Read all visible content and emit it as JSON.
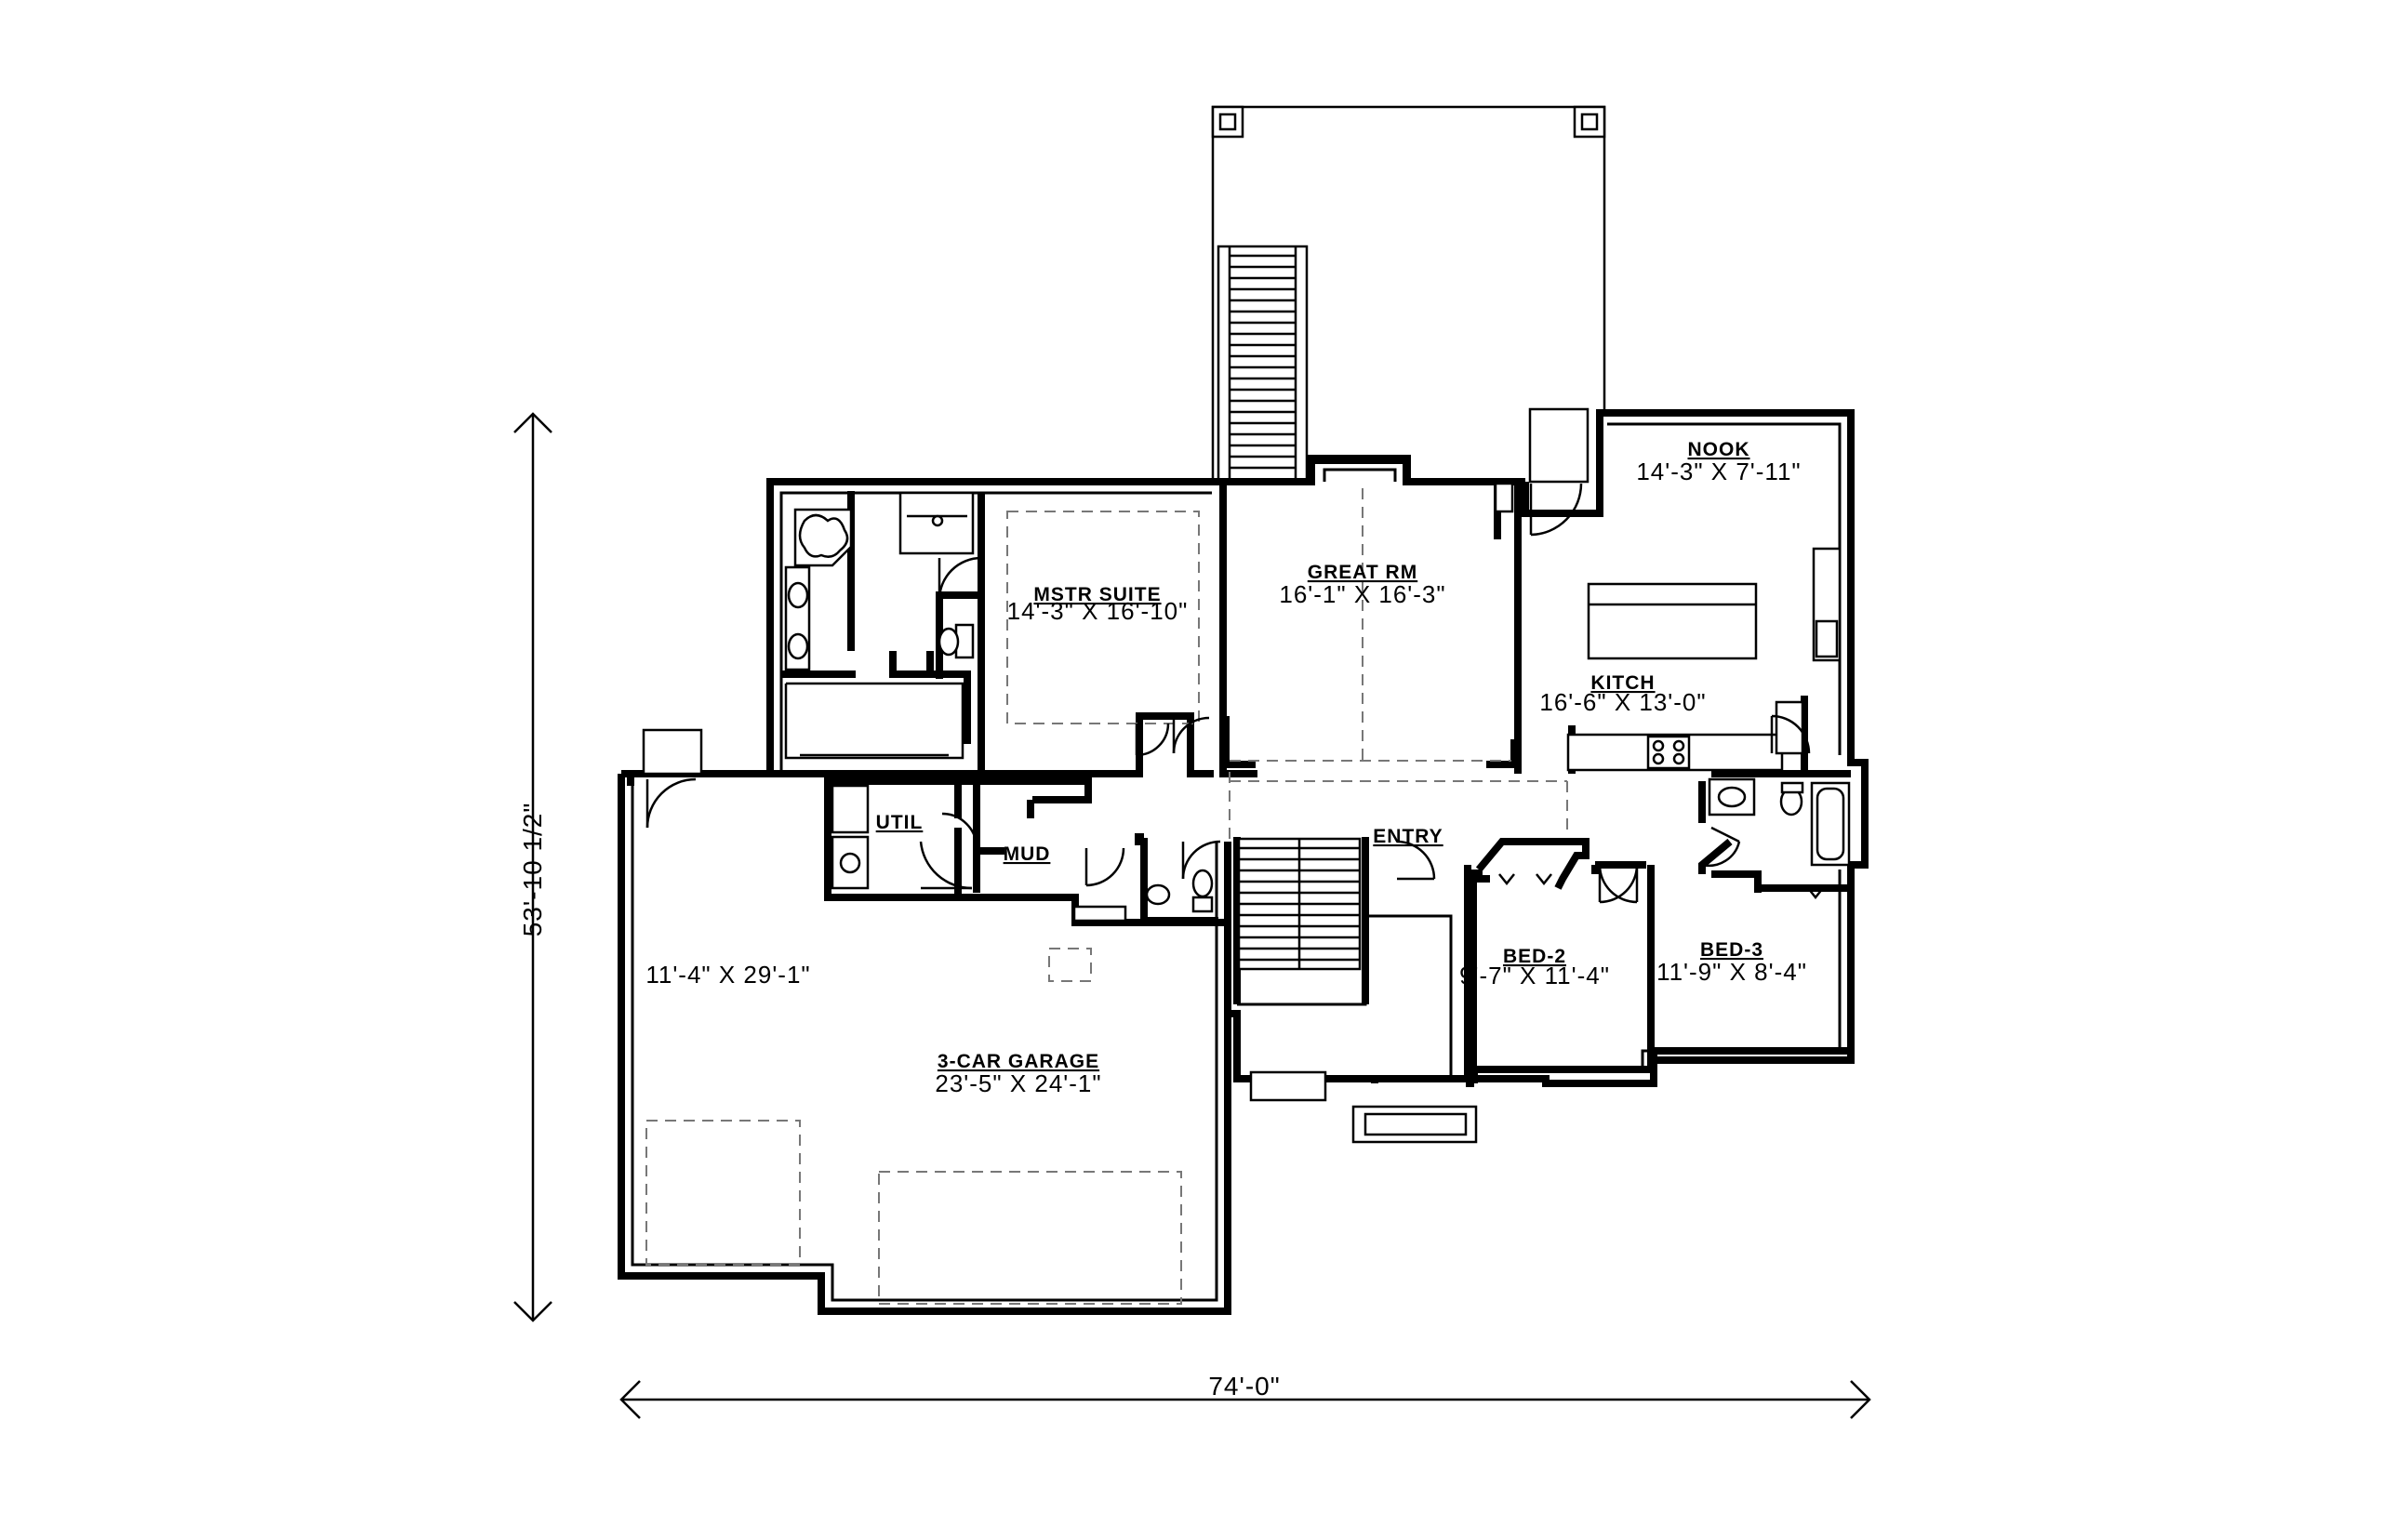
{
  "rooms": {
    "nook": {
      "name": "NOOK",
      "dims": "14'-3\" X 7'-11\""
    },
    "great": {
      "name": "GREAT RM",
      "dims": "16'-1\" X 16'-3\""
    },
    "master": {
      "name": "MSTR SUITE",
      "dims": "14'-3\" X 16'-10\""
    },
    "kitch": {
      "name": "KITCH",
      "dims": "16'-6\" X 13'-0\""
    },
    "util": {
      "name": "UTIL"
    },
    "mud": {
      "name": "MUD"
    },
    "entry": {
      "name": "ENTRY"
    },
    "bed2": {
      "name": "BED-2",
      "dims": "9'-7\" X 11'-4\""
    },
    "bed3": {
      "name": "BED-3",
      "dims": "11'-9\" X 8'-4\""
    },
    "garage": {
      "name": "3-CAR GARAGE",
      "dims": "23'-5\" X 24'-1\"",
      "bay_dims": "11'-4\" X 29'-1\""
    }
  },
  "overall": {
    "width": "74'-0\"",
    "depth": "53'-10 1/2\""
  }
}
